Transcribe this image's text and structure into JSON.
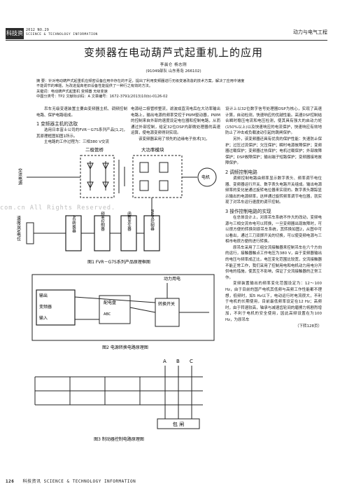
{
  "header": {
    "journal_box": "科技资讯",
    "date": "2012 NO.29",
    "sub": "SCIENCE & TECHNOLOGY INFORMATION",
    "section": "动力与电气工程"
  },
  "title": "变频器在电动葫芦式起重机上的应用",
  "authors": "李晨仑 杨志刚",
  "affiliation": "(91049部队 山东青岛 266102)",
  "abstract": {
    "line1": "摘 要：针对电动葫芦式起重机在频密设备应用中存在的不足，提出了利用变频器进行无级变速改造的技术方案，解决了应用中速度",
    "line2": "不能调节的难题，为改进提高老旧设备性能提供了一种行之有效的方法。",
    "keywords": "关键词：电动葫芦式起重机 变频器 无级变速",
    "meta": "中图分类号：TP2 文献标识码：A 文章编号：1672-3791(2013)10(b)-0126-02"
  },
  "col1": {
    "intro": "吊车无级变速装置主要由变频器主机、调频控制电路、保护电路组成。",
    "h1": "1 变频器主机的选取",
    "p1": "选用日本富士公司的FVR－G7S系列产品[1,2]，其原理框图如图1所示。",
    "p2": "主电路的工作过程为：三相380 V交流"
  },
  "col2": {
    "p1": "电源经二极管桥整流，滤波成直流电后在大功率输出电路上，输出电源的频率受控于PWM驱动器，PWM的控制来自外部的速度设定电位器和控制电路，从而通过外部控制，给定32位DSP内部微处理器的高速运算，使电源变频得到实现。",
    "p2": "该变频器采用了领先的边缘电子技术[3]，"
  },
  "col3": {
    "p1": "设计上以32位数字信号处理器DSP为核心，实现了高速计算，自动检测，快速响应的优越性能。高速DSP控制结合瞬时稳压电流和电压检测，使其具有强大的启动力矩(150%以上)以及快速响应的电流保护，快速响应有效地防止了冲击或负载波动引起的跳闸保护。",
    "p2": "另外，该变频器还具有优良的保护性能：失速防止保护；过压过流保护；欠压保护；瞬时电源故障保护；变频器过载保护；变频器过热保护；电机过载保护；外部故障保护；DSP故障保护；输出端子短路保护；变频器接地故障保护。",
    "h2": "2 调频控制电路",
    "p3": "调频控制电路由频率显示数字表头、频率调节电位器、变频器运行开关、数字表头电路开关组成。输出电源频率的变化是通过旋转电位器来实现的。数字表头跟踪显示输出的电源频率，这样通过旋转频率调节电位器，就实现了对吊车运行速度的调节控制。",
    "h3": "3 操作控制电路的实现",
    "p4": "在总体设计上，对原吊车系统不作大的改动，变频电源与三相交流市电可以转换，一旦变频器出现故障时，可以很方便的转换到原吊车系统，其转换如图2，从图中可以看出，通过三刀双掷开关的切换，可以使变频电源与三相市电很方便的进行转换。",
    "p5": "原吊车采用了三组交流接触器来控制吊车在六个方向的运行，接触器触点工作电压为380 V，由于变频器输出的电压与频率成正比，电压变化范围比较宽，交流接触器不能正常工作，我们采用了控制用电和电机动力用电分开供电的措施，使其互不影响，保证了交流接触器的正常工作。",
    "p6": "变频装置输出的频率变化范围设定为：12～100 Hz，由于目前的国产电机其低频与高频工作性能都不理想，低频时，如5 Hz以下，电动运行时电流很大，不利于电机的长期使用，目前最低频率设定在12 Hz；高频时，由于转速较高，轴承与减速齿轮间的磨擦力将剧烈增加，不利于电机的安全使用，因此高频设置在为100 Hz，为原吊车",
    "cont": "（下转128页）"
  },
  "figures": {
    "fig1": {
      "label_bridge": "二极管桥",
      "label_module": "大功率模块",
      "label_ac": "交流电源",
      "label_motor": "电机",
      "label_speed": "速度设定电位",
      "boxes": [
        "AD转换器",
        "频率控制器",
        "函数发生器",
        "PWM控制器"
      ],
      "caption": "图1 FVR－G7S系列产品原理框图"
    },
    "fig2": {
      "label_motor_pwr": "动力用电",
      "label_output": "输出",
      "label_vfd": "变频器",
      "label_input": "输入",
      "label_switch": "转换开关",
      "label_panel": "配电盘",
      "label_abc": "ABC",
      "caption": "图2 电源转换电路原理图"
    },
    "fig3": {
      "phase_a": "A",
      "phase_b": "B",
      "phase_c": "C",
      "label_pkg": "包 闸",
      "caption": "图3 制动器控制电路原理图"
    }
  },
  "watermark": "com.cn All Rights Reserved.",
  "footer": {
    "page": "126",
    "text": "科技资讯 SCIENCE & TECHNOLOGY INFORMATION"
  }
}
